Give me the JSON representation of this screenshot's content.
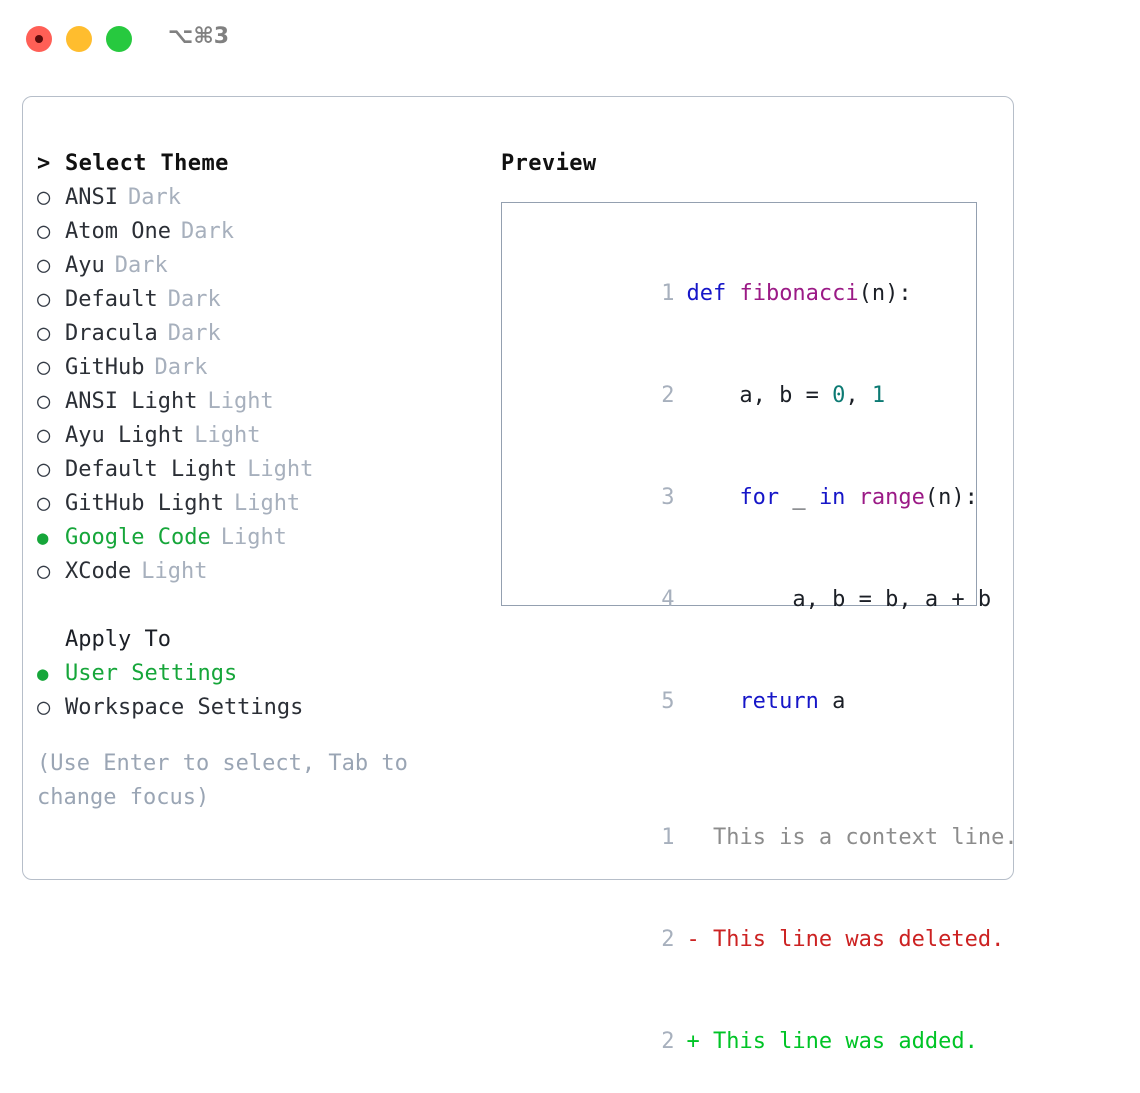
{
  "titlebar": {
    "shortcut": "⌥⌘3",
    "lights": [
      {
        "name": "close",
        "color": "#ff5f56"
      },
      {
        "name": "minimize",
        "color": "#ffbd2e"
      },
      {
        "name": "zoom",
        "color": "#27c93f"
      }
    ]
  },
  "colors": {
    "accent_green": "#16a63a",
    "muted": "#a7b0bd",
    "text": "#2b2f36",
    "border": "#b6bec9",
    "preview_border": "#94a0b0",
    "diff_add": "#00c426",
    "diff_del": "#cc2222"
  },
  "theme_list": {
    "header": {
      "marker": ">",
      "label": "Select Theme"
    },
    "items": [
      {
        "marker": "○",
        "label": "ANSI",
        "suffix": "Dark",
        "selected": false
      },
      {
        "marker": "○",
        "label": "Atom One",
        "suffix": "Dark",
        "selected": false
      },
      {
        "marker": "○",
        "label": "Ayu",
        "suffix": "Dark",
        "selected": false
      },
      {
        "marker": "○",
        "label": "Default",
        "suffix": "Dark",
        "selected": false
      },
      {
        "marker": "○",
        "label": "Dracula",
        "suffix": "Dark",
        "selected": false
      },
      {
        "marker": "○",
        "label": "GitHub",
        "suffix": "Dark",
        "selected": false
      },
      {
        "marker": "○",
        "label": "ANSI Light",
        "suffix": "Light",
        "selected": false
      },
      {
        "marker": "○",
        "label": "Ayu Light",
        "suffix": "Light",
        "selected": false
      },
      {
        "marker": "○",
        "label": "Default Light",
        "suffix": "Light",
        "selected": false
      },
      {
        "marker": "○",
        "label": "GitHub Light",
        "suffix": "Light",
        "selected": false
      },
      {
        "marker": "●",
        "label": "Google Code",
        "suffix": "Light",
        "selected": true
      },
      {
        "marker": "○",
        "label": "XCode",
        "suffix": "Light",
        "selected": false
      }
    ]
  },
  "apply_to": {
    "header": "Apply To",
    "items": [
      {
        "marker": "●",
        "label": "User Settings",
        "selected": true
      },
      {
        "marker": "○",
        "label": "Workspace Settings",
        "selected": false
      }
    ]
  },
  "hint": "(Use Enter to select, Tab to change focus)",
  "preview": {
    "title": "Preview",
    "code_lines": [
      {
        "num": "1",
        "tokens": [
          {
            "t": "def",
            "c": "kw"
          },
          {
            "t": " ",
            "c": "pl"
          },
          {
            "t": "fibonacci",
            "c": "fn"
          },
          {
            "t": "(n):",
            "c": "pl"
          }
        ]
      },
      {
        "num": "2",
        "tokens": [
          {
            "t": "    a, b = ",
            "c": "pl"
          },
          {
            "t": "0",
            "c": "num"
          },
          {
            "t": ", ",
            "c": "pl"
          },
          {
            "t": "1",
            "c": "num"
          }
        ]
      },
      {
        "num": "3",
        "tokens": [
          {
            "t": "    ",
            "c": "pl"
          },
          {
            "t": "for",
            "c": "kw"
          },
          {
            "t": " _ ",
            "c": "pl"
          },
          {
            "t": "in",
            "c": "kw"
          },
          {
            "t": " ",
            "c": "pl"
          },
          {
            "t": "range",
            "c": "fn"
          },
          {
            "t": "(n):",
            "c": "pl"
          }
        ]
      },
      {
        "num": "4",
        "tokens": [
          {
            "t": "        a, b = b, a + b",
            "c": "pl"
          }
        ]
      },
      {
        "num": "5",
        "tokens": [
          {
            "t": "    ",
            "c": "pl"
          },
          {
            "t": "return",
            "c": "kw"
          },
          {
            "t": " a",
            "c": "pl"
          }
        ]
      }
    ],
    "diff_lines": [
      {
        "num": "1",
        "marker": "  ",
        "text": "This is a context line.",
        "kind": "ctx"
      },
      {
        "num": "2",
        "marker": "- ",
        "text": "This line was deleted.",
        "kind": "del"
      },
      {
        "num": "2",
        "marker": "+ ",
        "text": "This line was added.",
        "kind": "add"
      }
    ]
  }
}
